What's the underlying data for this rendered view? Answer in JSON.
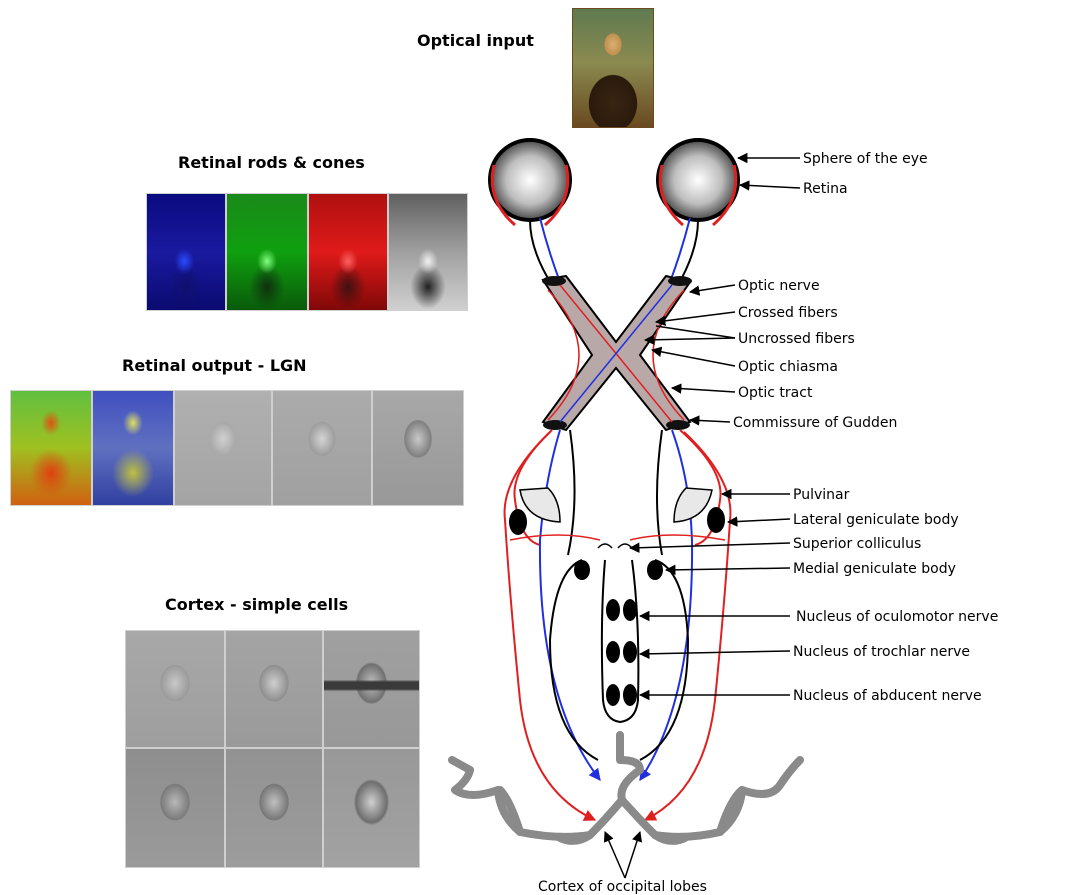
{
  "headings": {
    "optical_input": "Optical input",
    "retinal_rods_cones": "Retinal rods & cones",
    "retinal_output": "Retinal output - LGN",
    "cortex_simple": "Cortex - simple cells"
  },
  "labels": {
    "sphere": "Sphere of the eye",
    "retina": "Retina",
    "optic_nerve": "Optic nerve",
    "crossed": "Crossed fibers",
    "uncrossed": "Uncrossed fibers",
    "chiasma": "Optic chiasma",
    "tract": "Optic tract",
    "gudden": "Commissure of Gudden",
    "pulvinar": "Pulvinar",
    "lgb": "Lateral geniculate body",
    "sup_coll": "Superior colliculus",
    "mgb": "Medial geniculate body",
    "oculomotor": "Nucleus of oculomotor nerve",
    "trochlar": "Nucleus of trochlar nerve",
    "abducent": "Nucleus of abducent nerve",
    "cortex": "Cortex of occipital lobes"
  },
  "colors": {
    "red_fiber": "#e02020",
    "blue_fiber": "#2030e0",
    "chiasm_fill": "#b8a8a8",
    "cortex_gray": "#8a8a8a"
  }
}
